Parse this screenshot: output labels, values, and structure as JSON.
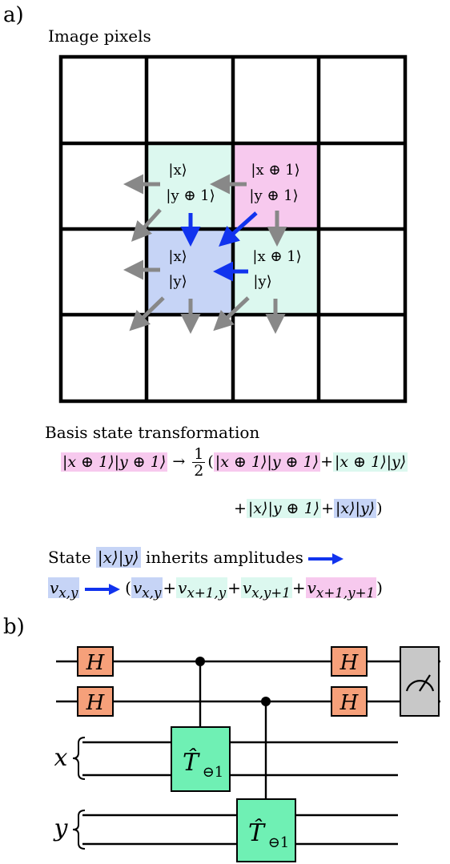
{
  "panel_a": {
    "letter": "a)",
    "grid_title": "Image pixels",
    "cells": {
      "top_left": [
        "|x⟩",
        "|y ⊕ 1⟩"
      ],
      "top_right": [
        "|x ⊕ 1⟩",
        "|y ⊕ 1⟩"
      ],
      "bottom_left": [
        "|x⟩",
        "|y⟩"
      ],
      "bottom_right": [
        "|x ⊕ 1⟩",
        "|y⟩"
      ]
    },
    "transform_title": "Basis state transformation",
    "transform": {
      "lhs": "|x ⊕ 1⟩|y ⊕ 1⟩",
      "arrow": "→",
      "frac_num": "1",
      "frac_den": "2",
      "open": "(",
      "t1": "|x ⊕ 1⟩|y ⊕ 1⟩",
      "plus": "+",
      "t2": "|x ⊕ 1⟩|y⟩",
      "t3": "|x⟩|y ⊕ 1⟩",
      "t4": "|x⟩|y⟩",
      "close": ")"
    },
    "inherit": {
      "prefix": "State",
      "state": "|x⟩|y⟩",
      "suffix": "inherits amplitudes",
      "v0": "v",
      "v0_sub": "x,y",
      "open": "(",
      "terms": [
        {
          "base": "v",
          "sub": "x,y"
        },
        {
          "base": "v",
          "sub": "x+1,y"
        },
        {
          "base": "v",
          "sub": "x,y+1"
        },
        {
          "base": "v",
          "sub": "x+1,y+1"
        }
      ],
      "plus": "+",
      "close": ")"
    }
  },
  "panel_b": {
    "letter": "b)",
    "h_label": "H",
    "x_label": "x",
    "y_label": "y",
    "t_label": "T̂",
    "t_sub": "⊖1",
    "measure_icon": "meter-icon"
  },
  "colors": {
    "pink": "#f7c9ee",
    "mint": "#dcf8ef",
    "blue": "#c6d4f6",
    "arrow_blue": "#1133ee",
    "arrow_gray": "#888888",
    "hadamard": "#f6a07a",
    "t_gate": "#6ff0b4",
    "meter": "#c8c8c8"
  }
}
